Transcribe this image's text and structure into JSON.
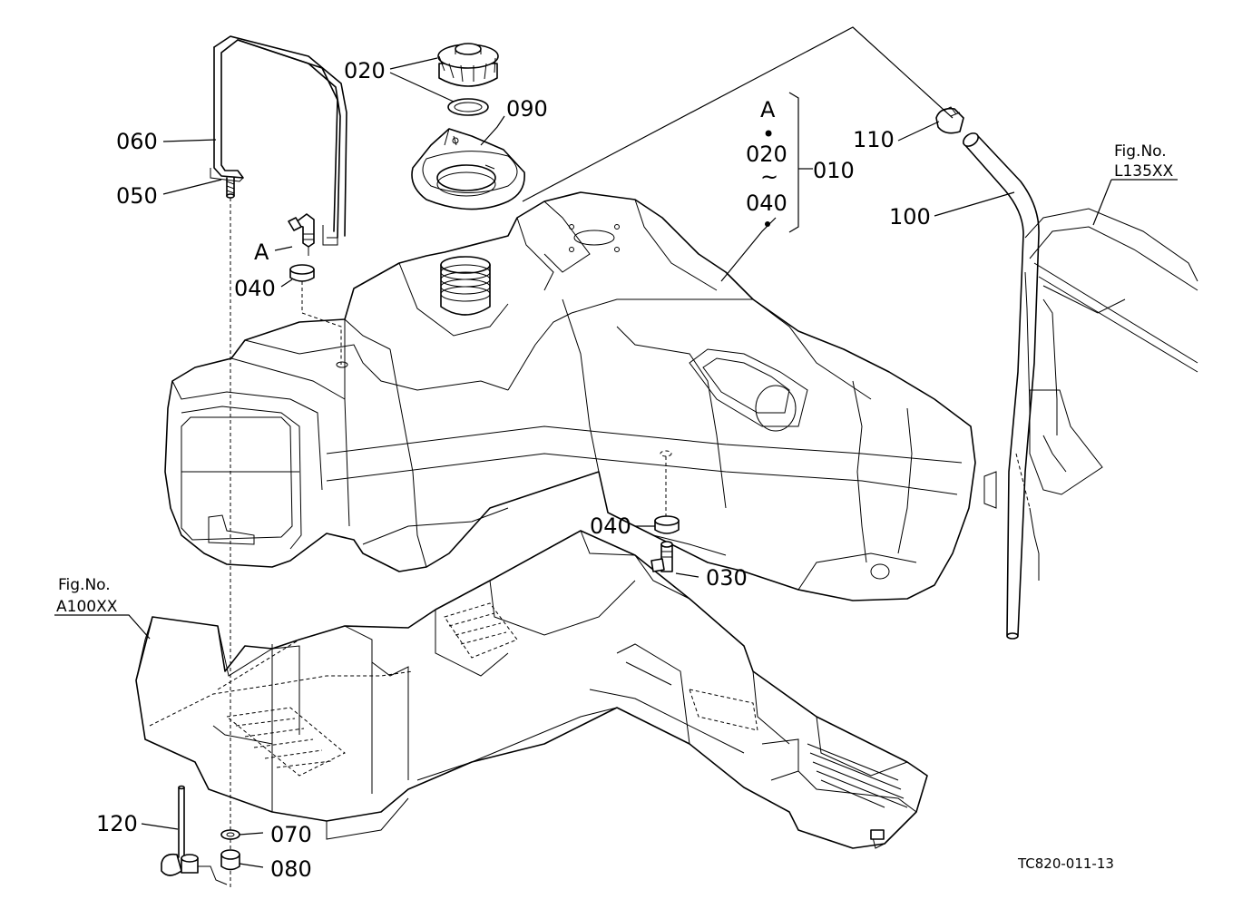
{
  "labels": {
    "p020_top": "020",
    "p090": "090",
    "p060": "060",
    "p050": "050",
    "callout_a": "A",
    "p040_left": "040",
    "bracket_a": "A",
    "bracket_dot": "•",
    "bracket_020": "020",
    "bracket_tilde": "~",
    "bracket_040": "040",
    "p010": "010",
    "p110": "110",
    "p100": "100",
    "p040_bottom": "040",
    "p030": "030",
    "p120": "120",
    "p070": "070",
    "p080": "080"
  },
  "references": {
    "fig_a_title": "Fig.No.",
    "fig_a_code": "A100XX",
    "fig_l_title": "Fig.No.",
    "fig_l_code": "L135XX"
  },
  "drawing_code": "TC820-011-13"
}
